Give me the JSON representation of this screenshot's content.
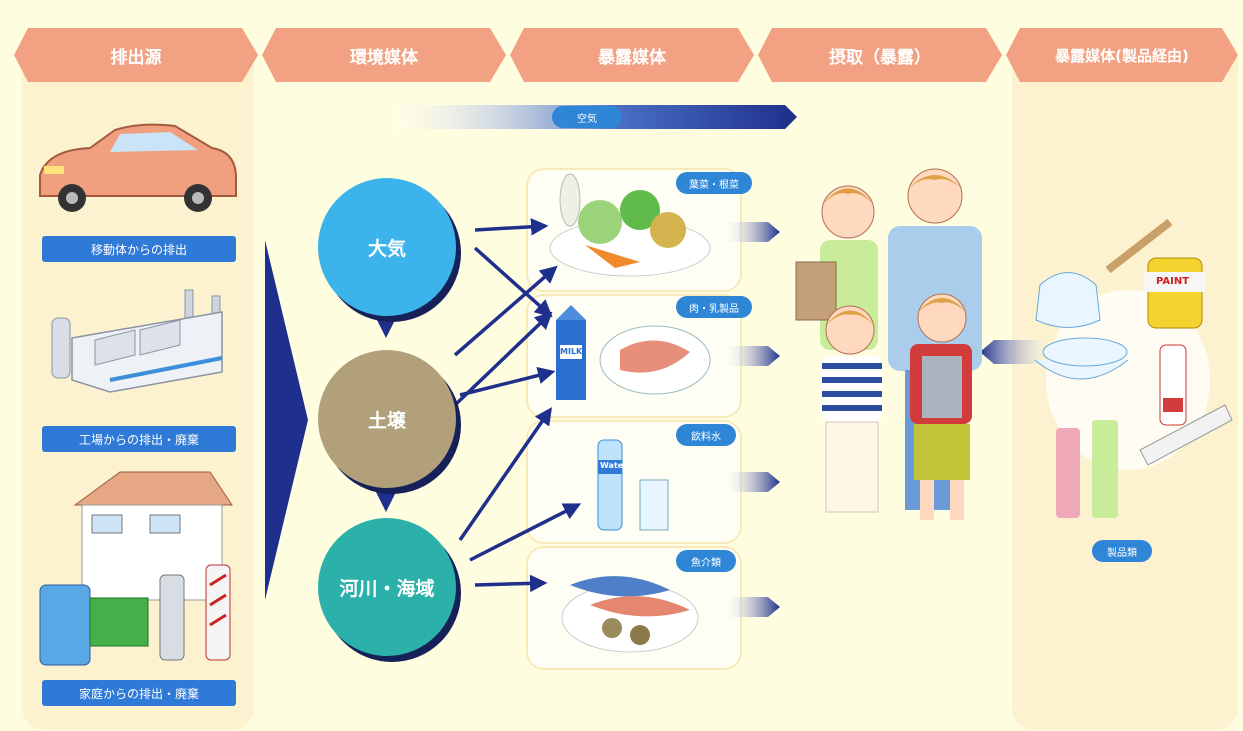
{
  "stages": [
    "排出源",
    "環境媒体",
    "暴露媒体",
    "摂取（暴露）",
    "暴露媒体(製品経由)"
  ],
  "sources": [
    {
      "label": "移動体からの排出"
    },
    {
      "label": "工場からの排出・廃棄"
    },
    {
      "label": "家庭からの排出・廃棄"
    }
  ],
  "air_band": {
    "label": "空気"
  },
  "media": [
    {
      "label": "大気",
      "color": "#3cb3ea"
    },
    {
      "label": "土壌",
      "color": "#b2a07a"
    },
    {
      "label": "河川・海域",
      "color": "#2bb1a9"
    }
  ],
  "exposure": [
    {
      "label": "葉菜・根菜"
    },
    {
      "label": "肉・乳製品"
    },
    {
      "label": "飲料水"
    },
    {
      "label": "魚介類"
    }
  ],
  "products": {
    "label": "製品類",
    "paint_text": "PAINT",
    "milk_text": "MILK",
    "water_text": "Water"
  },
  "colors": {
    "arrow": "#1e2f8c",
    "stage": "#f2a283",
    "label_bg": "#2f7ad6"
  }
}
